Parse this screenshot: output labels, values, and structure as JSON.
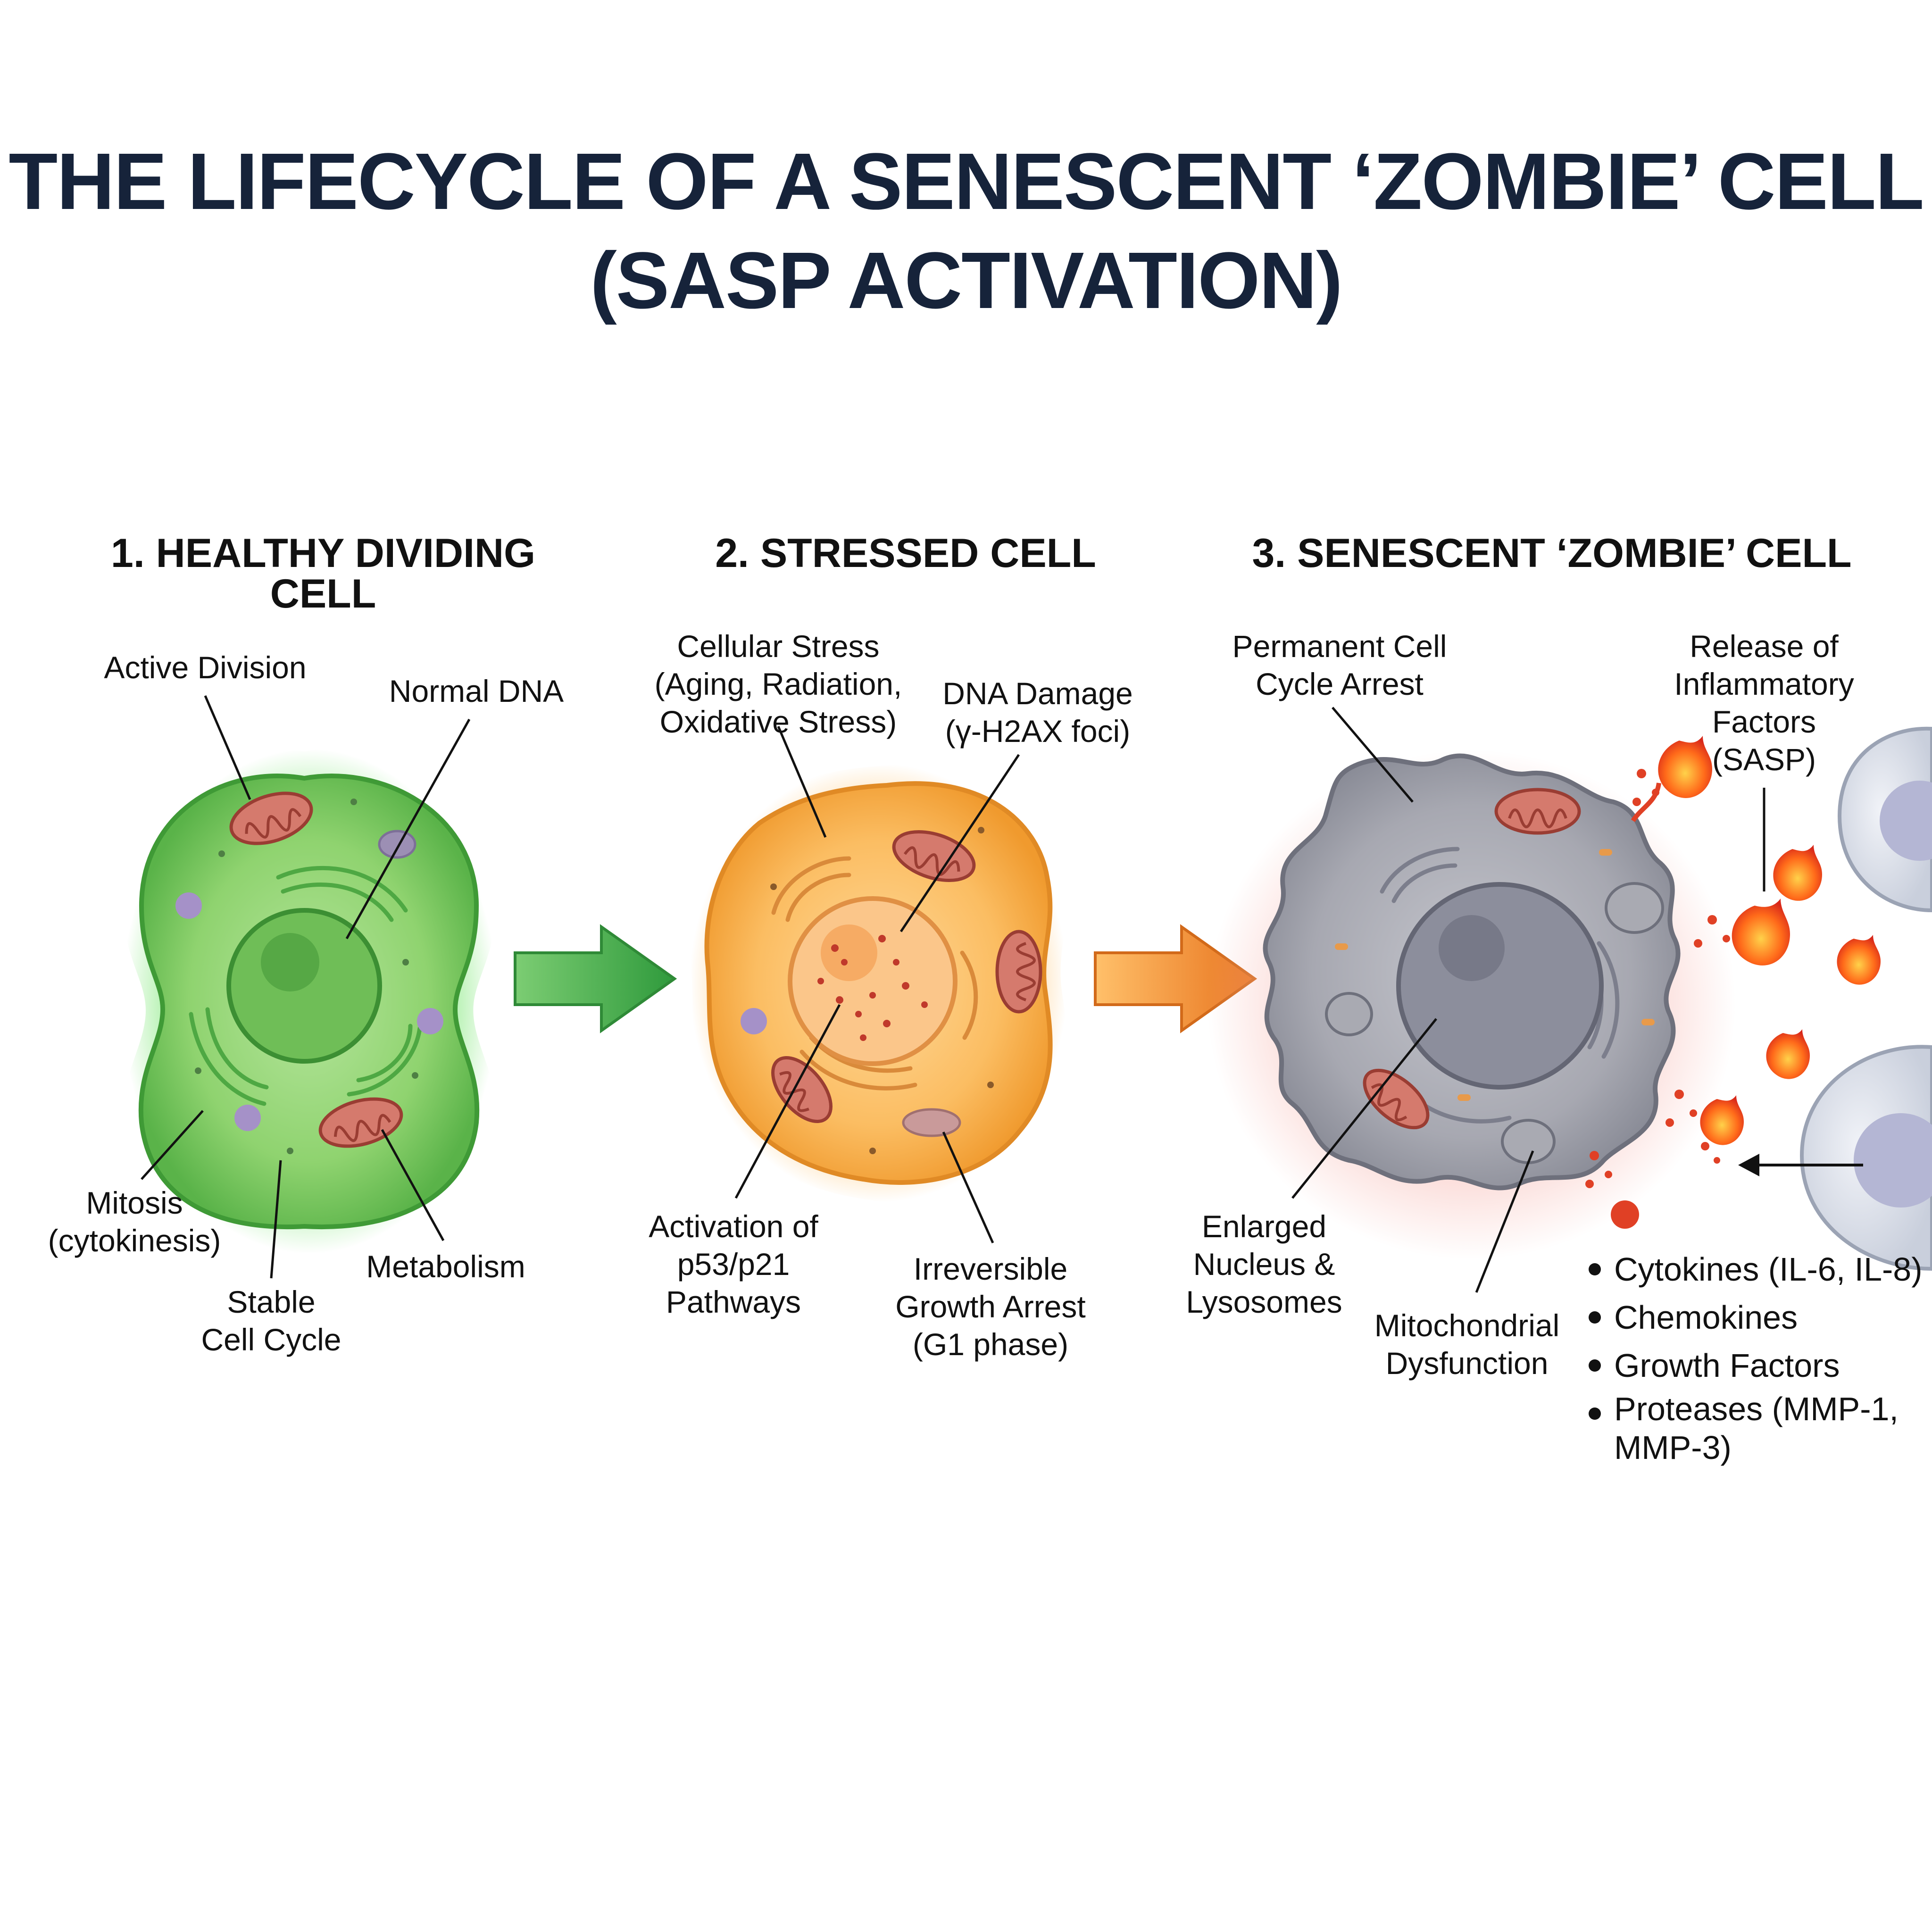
{
  "title": {
    "line1": "THE LIFECYCLE OF A SENESCENT ‘ZOMBIE’ CELL",
    "line2": "(SASP ACTIVATION)"
  },
  "stages": [
    {
      "heading": "1. HEALTHY DIVIDING CELL",
      "color": "#6cc05a",
      "labels": {
        "active_division": "Active Division",
        "normal_dna": "Normal DNA",
        "mitosis": [
          "Mitosis",
          "(cytokinesis)"
        ],
        "stable_cycle": [
          "Stable",
          "Cell Cycle"
        ],
        "metabolism": "Metabolism"
      }
    },
    {
      "heading": "2. STRESSED CELL",
      "color": "#f5a93b",
      "labels": {
        "cellular_stress": [
          "Cellular Stress",
          "(Aging, Radiation,",
          "Oxidative Stress)"
        ],
        "dna_damage": [
          "DNA Damage",
          "(γ-H2AX foci)"
        ],
        "activation": [
          "Activation of",
          "p53/p21",
          "Pathways"
        ],
        "irreversible": [
          "Irreversible",
          "Growth Arrest",
          "(G1 phase)"
        ]
      }
    },
    {
      "heading": "3. SENESCENT ‘ZOMBIE’ CELL",
      "color": "#9a9ca8",
      "labels": {
        "permanent_arrest": [
          "Permanent Cell",
          "Cycle Arrest"
        ],
        "release": [
          "Release of",
          "Inflammatory",
          "Factors",
          "(SASP)"
        ],
        "enlarged": [
          "Enlarged",
          "Nucleus &",
          "Lysosomes"
        ],
        "mito_dysfunction": [
          "Mitochondrial",
          "Dysfunction"
        ]
      },
      "sasp_factors": [
        "Cytokines (IL-6, IL-8)",
        "Chemokines",
        "Growth Factors",
        "Proteases (MMP-1,\nMMP-3)"
      ]
    }
  ]
}
